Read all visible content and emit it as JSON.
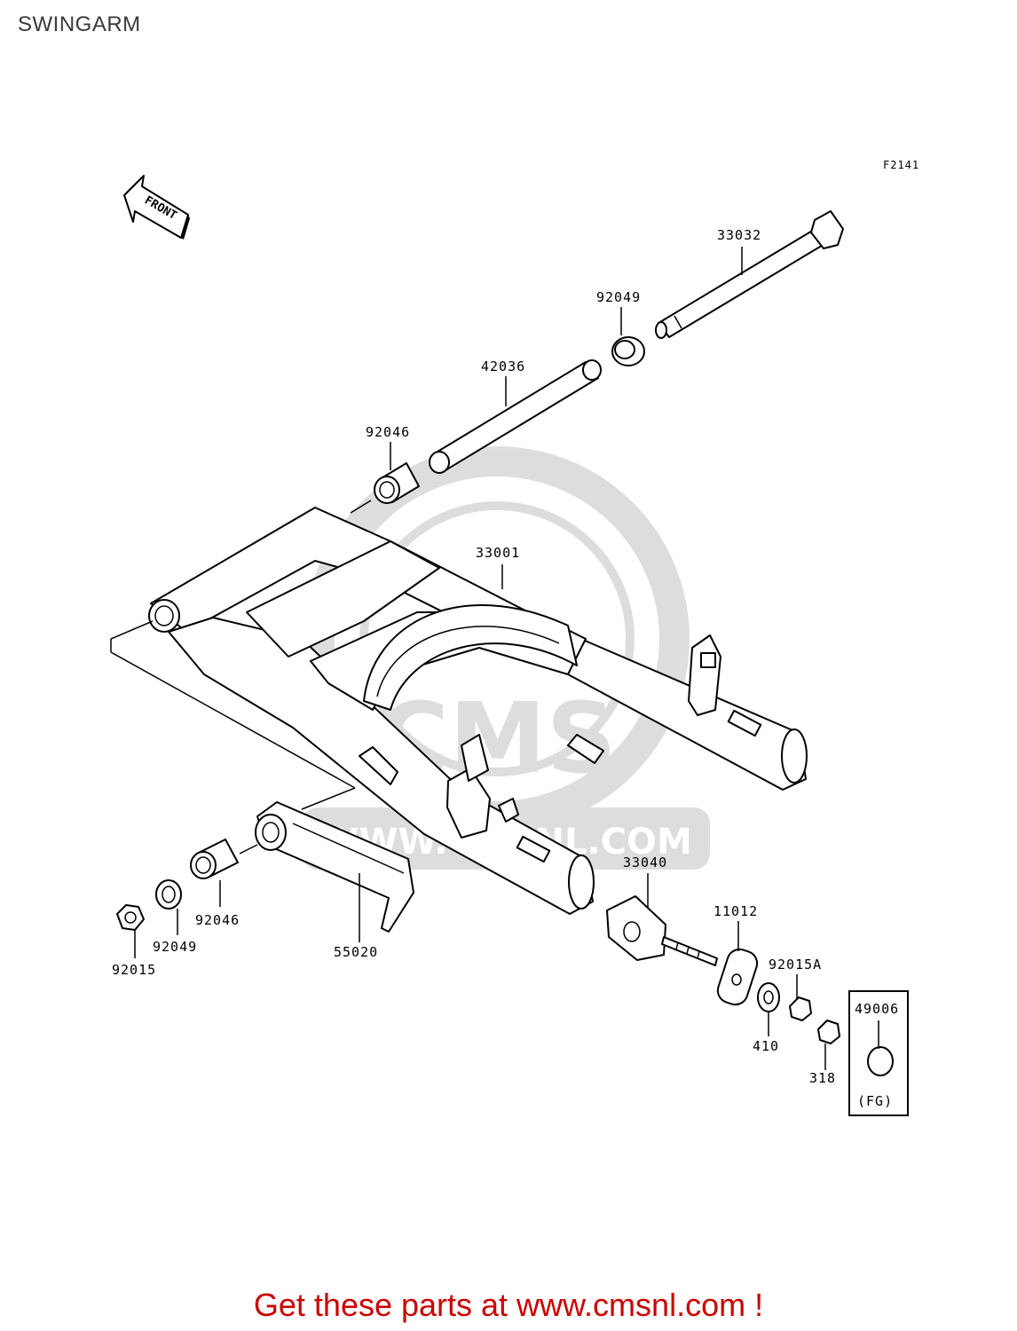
{
  "title": "SWINGARM",
  "figure_code": "F2141",
  "front_arrow_text": "FRONT",
  "watermark": {
    "brand": "CMS",
    "url": "WWW.CMSNL.COM"
  },
  "parts": [
    {
      "id": "p33032",
      "number": "33032"
    },
    {
      "id": "p92049a",
      "number": "92049"
    },
    {
      "id": "p42036",
      "number": "42036"
    },
    {
      "id": "p92046a",
      "number": "92046"
    },
    {
      "id": "p33001",
      "number": "33001"
    },
    {
      "id": "p33040",
      "number": "33040"
    },
    {
      "id": "p11012",
      "number": "11012"
    },
    {
      "id": "p92015a",
      "number": "92015A"
    },
    {
      "id": "p410",
      "number": "410"
    },
    {
      "id": "p318",
      "number": "318"
    },
    {
      "id": "p49006",
      "number": "49006"
    },
    {
      "id": "p49006note",
      "number": "(FG)"
    },
    {
      "id": "p55020",
      "number": "55020"
    },
    {
      "id": "p92046b",
      "number": "92046"
    },
    {
      "id": "p92049b",
      "number": "92049"
    },
    {
      "id": "p92015",
      "number": "92015"
    }
  ],
  "footer": "Get these parts at www.cmsnl.com !",
  "colors": {
    "footer": "#cc0000",
    "ink": "#000000",
    "title": "#3a3a3a"
  }
}
